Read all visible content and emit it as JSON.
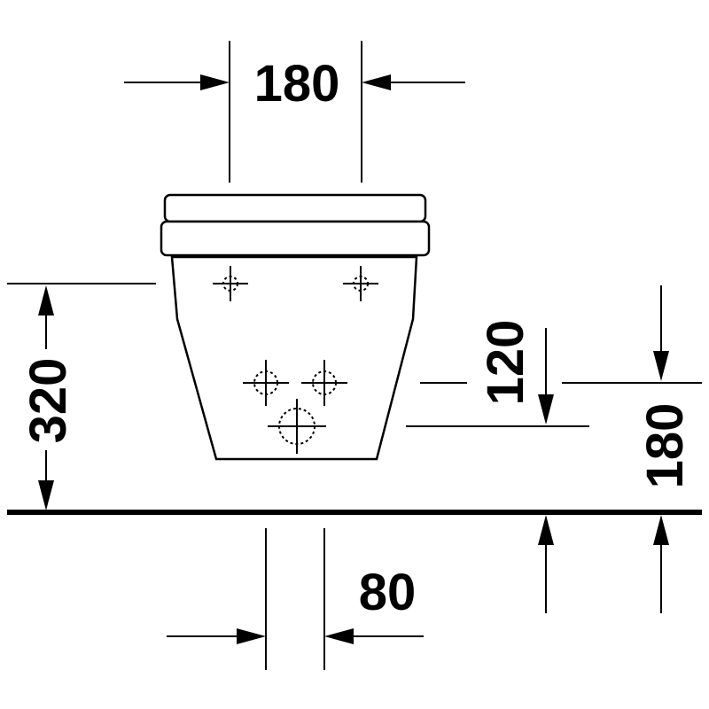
{
  "dimensions": {
    "top_width": "180",
    "overall_height": "320",
    "inlet_height": "120",
    "outlet_height": "180",
    "outlet_offset": "80"
  }
}
